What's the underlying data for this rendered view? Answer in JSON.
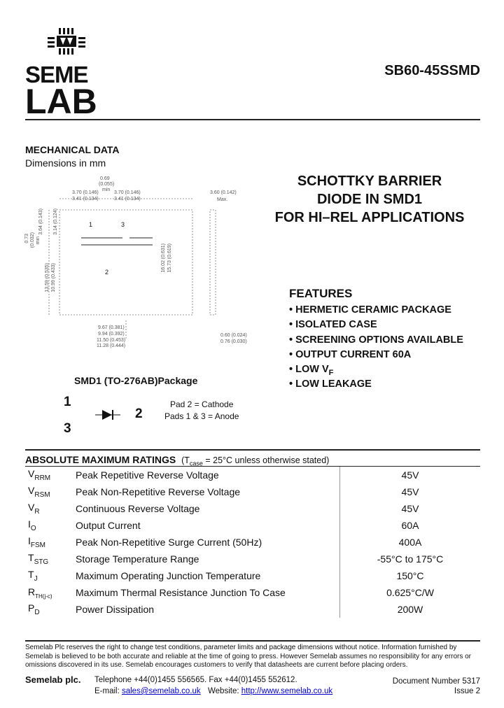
{
  "header": {
    "logo_top": "SEME",
    "logo_bottom": "LAB",
    "part_number": "SB60-45SSMD"
  },
  "mechanical": {
    "heading": "MECHANICAL DATA",
    "subheading": "Dimensions in mm",
    "drawing_labels": {
      "pad1": "1",
      "pad2": "2",
      "pad3": "3",
      "d1": "0.69",
      "d1b": "(0.055)",
      "d1c": "min",
      "d2": "3.70 (0.146)",
      "d3": "3.41 (0.134)",
      "d4": "3.70 (0.146)",
      "d5": "3.41 (0.134)",
      "d6": "3.60 (0.142)",
      "d7": "Max.",
      "d8": "3.64 (0.143)",
      "d9": "3.14 (0.124)",
      "d10": "0.73",
      "d11": "(0.032)",
      "d12": "min",
      "d13": "13.59 (0.535)",
      "d14": "10.99 (0.433)",
      "d15": "16.02 (0.631)",
      "d16": "15.73 (0.619)",
      "d17": "9.67 (0.381)",
      "d18": "9.94 (0.392)",
      "d19": "11.50 (0.453)",
      "d20": "11.28 (0.444)",
      "d21": "0.60 (0.024)",
      "d22": "0.76 (0.030)"
    },
    "package_label": "SMD1 (TO-276AB)Package",
    "pins": {
      "p1": "1",
      "p3": "3",
      "p2": "2"
    },
    "pad_notes": [
      "Pad 2 = Cathode",
      "Pads 1 & 3 = Anode"
    ]
  },
  "title_lines": [
    "SCHOTTKY BARRIER",
    "DIODE IN SMD1",
    "FOR HI–REL APPLICATIONS"
  ],
  "features": {
    "heading": "FEATURES",
    "items": [
      "HERMETIC CERAMIC PACKAGE",
      "ISOLATED CASE",
      "SCREENING OPTIONS AVAILABLE",
      "OUTPUT CURRENT 60A",
      "LOW V",
      "LOW LEAKAGE"
    ],
    "low_vf_sub": "F"
  },
  "ratings": {
    "heading": "ABSOLUTE MAXIMUM RATINGS",
    "condition_prefix": "(T",
    "condition_sub": "case",
    "condition_suffix": " = 25°C unless otherwise stated)",
    "rows": [
      {
        "sym": "V",
        "sub": "RRM",
        "param": "Peak Repetitive Reverse Voltage",
        "value": "45V"
      },
      {
        "sym": "V",
        "sub": "RSM",
        "param": "Peak Non-Repetitive Reverse Voltage",
        "value": "45V"
      },
      {
        "sym": "V",
        "sub": "R",
        "param": "Continuous Reverse Voltage",
        "value": "45V"
      },
      {
        "sym": "I",
        "sub": "O",
        "param": "Output Current",
        "value": "60A"
      },
      {
        "sym": "I",
        "sub": "FSM",
        "param": "Peak Non-Repetitive Surge Current (50Hz)",
        "value": "400A"
      },
      {
        "sym": "T",
        "sub": "STG",
        "param": "Storage Temperature Range",
        "value": "-55°C to 175°C"
      },
      {
        "sym": "T",
        "sub": "J",
        "param": "Maximum Operating Junction Temperature",
        "value": "150°C"
      },
      {
        "sym": "R",
        "sub": "TH(j-c)",
        "param": "Maximum Thermal Resistance Junction To Case",
        "value": "0.625°C/W"
      },
      {
        "sym": "P",
        "sub": "D",
        "param": "Power Dissipation",
        "value": "200W"
      }
    ]
  },
  "disclaimer": "Semelab Plc reserves the right to change test conditions, parameter limits and package dimensions without notice. Information furnished by Semelab is believed to be both accurate and reliable at the time of going to press. However Semelab assumes no responsibility for any errors or omissions discovered in its use. Semelab encourages customers to verify that datasheets are current before placing orders.",
  "footer": {
    "company": "Semelab plc.",
    "telephone": "Telephone +44(0)1455 556565.   Fax +44(0)1455 552612.",
    "email_label": "E-mail:",
    "email": "sales@semelab.co.uk",
    "website_label": "Website:",
    "website": "http://www.semelab.co.uk",
    "doc_number": "Document Number 5317",
    "issue": "Issue 2"
  }
}
